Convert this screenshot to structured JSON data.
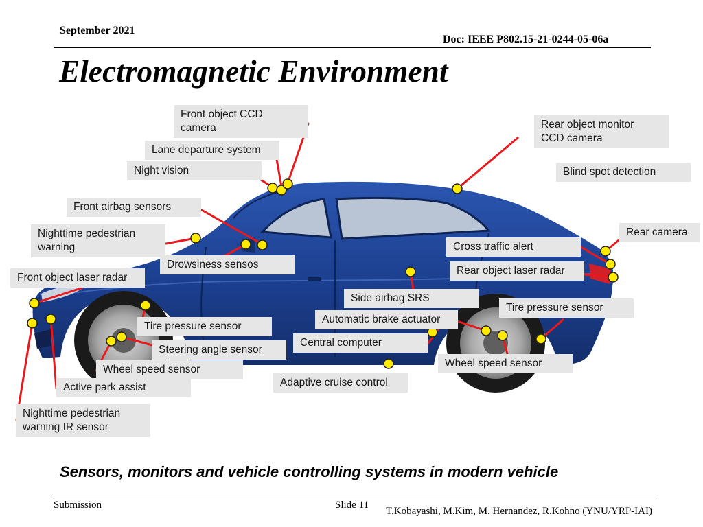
{
  "header": {
    "date": "September 2021",
    "doc": "Doc: IEEE P802.15-21-0244-05-06a"
  },
  "title": "Electromagnetic Environment",
  "labels": {
    "front_ccd": "Front object CCD camera",
    "front_ccd_l1": "Front object CCD",
    "front_ccd_l2": "camera",
    "lane_departure": "Lane departure system",
    "night_vision": "Night vision",
    "front_airbag": "Front airbag sensors",
    "ped_warning_l1": "Nighttime pedestrian",
    "ped_warning_l2": "warning",
    "drowsiness": "Drowsiness sensos",
    "front_laser": "Front object laser radar",
    "tire_front": "Tire pressure sensor",
    "steering": "Steering angle sensor",
    "wheel_front": "Wheel speed sensor",
    "park_assist": "Active park assist",
    "ped_ir_l1": "Nighttime pedestrian",
    "ped_ir_l2": "warning IR sensor",
    "rear_ccd_l1": "Rear object monitor",
    "rear_ccd_l2": "CCD camera",
    "blind_spot": "Blind spot detection",
    "rear_camera": "Rear camera",
    "cross_traffic": "Cross traffic alert",
    "rear_laser": "Rear object laser radar",
    "side_airbag": "Side airbag SRS",
    "tire_rear": "Tire pressure sensor",
    "brake": "Automatic brake actuator",
    "central": "Central computer",
    "wheel_rear": "Wheel speed sensor",
    "cruise": "Adaptive cruise control"
  },
  "caption": "Sensors, monitors and vehicle controlling systems in modern vehicle",
  "footer": {
    "left": "Submission",
    "slide": "Slide 11",
    "authors": "T.Kobayashi, M.Kim, M. Hernandez, R.Kohno (YNU/YRP-IAI)"
  },
  "colors": {
    "car_body": "#1c3f8f",
    "leader_line": "#e8191c",
    "sensor_dot": "#ffea00",
    "label_bg": "#e6e6e6"
  }
}
